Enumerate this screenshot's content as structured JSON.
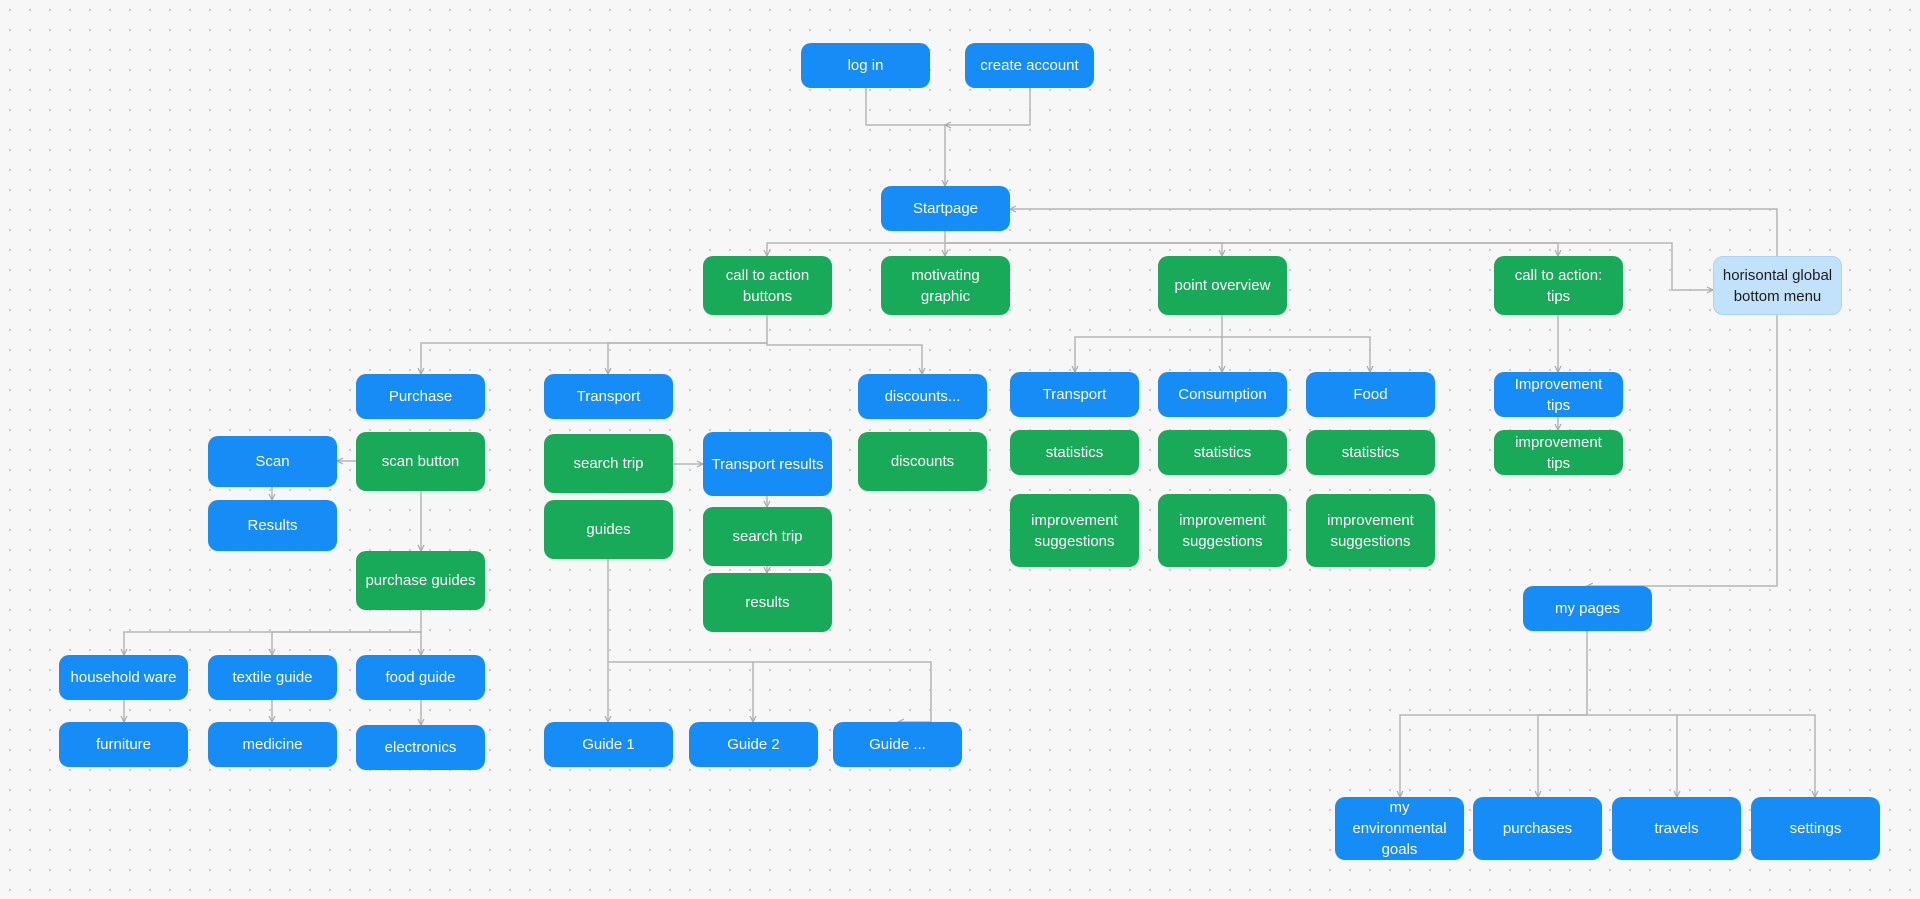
{
  "colors": {
    "page_screen_node": "#168df6",
    "component_node": "#18aa59",
    "menu_node": "#c2e2fb",
    "connector": "#b5b5b5"
  },
  "nodes": [
    {
      "id": "log-in",
      "label": "log in",
      "kind": "blue"
    },
    {
      "id": "create-account",
      "label": "create account",
      "kind": "blue"
    },
    {
      "id": "startpage",
      "label": "Startpage",
      "kind": "blue"
    },
    {
      "id": "call-to-action-buttons",
      "label": "call to action buttons",
      "kind": "green"
    },
    {
      "id": "motivating-graphic",
      "label": "motivating graphic",
      "kind": "green"
    },
    {
      "id": "point-overview",
      "label": "point overview",
      "kind": "green"
    },
    {
      "id": "call-to-action-tips",
      "label": "call to action: tips",
      "kind": "green"
    },
    {
      "id": "horisontal-global-bottom-menu",
      "label": "horisontal global bottom menu",
      "kind": "light"
    },
    {
      "id": "purchase",
      "label": "Purchase",
      "kind": "blue"
    },
    {
      "id": "transport",
      "label": "Transport",
      "kind": "blue"
    },
    {
      "id": "discounts-page",
      "label": "discounts...",
      "kind": "blue"
    },
    {
      "id": "scan-button",
      "label": "scan button",
      "kind": "green"
    },
    {
      "id": "scan",
      "label": "Scan",
      "kind": "blue"
    },
    {
      "id": "results-scan",
      "label": "Results",
      "kind": "blue"
    },
    {
      "id": "purchase-guides",
      "label": "purchase guides",
      "kind": "green"
    },
    {
      "id": "search-trip",
      "label": "search trip",
      "kind": "green"
    },
    {
      "id": "guides",
      "label": "guides",
      "kind": "green"
    },
    {
      "id": "transport-results",
      "label": "Transport results",
      "kind": "blue"
    },
    {
      "id": "search-trip-2",
      "label": "search trip",
      "kind": "green"
    },
    {
      "id": "results-transport",
      "label": "results",
      "kind": "green"
    },
    {
      "id": "discounts",
      "label": "discounts",
      "kind": "green"
    },
    {
      "id": "transport-overview",
      "label": "Transport",
      "kind": "blue"
    },
    {
      "id": "consumption-overview",
      "label": "Consumption",
      "kind": "blue"
    },
    {
      "id": "food-overview",
      "label": "Food",
      "kind": "blue"
    },
    {
      "id": "statistics-transport",
      "label": "statistics",
      "kind": "green"
    },
    {
      "id": "statistics-consumption",
      "label": "statistics",
      "kind": "green"
    },
    {
      "id": "statistics-food",
      "label": "statistics",
      "kind": "green"
    },
    {
      "id": "improvement-suggestions-transport",
      "label": "improvement suggestions",
      "kind": "green"
    },
    {
      "id": "improvement-suggestions-consumption",
      "label": "improvement suggestions",
      "kind": "green"
    },
    {
      "id": "improvement-suggestions-food",
      "label": "improvement suggestions",
      "kind": "green"
    },
    {
      "id": "improvement-tips-page",
      "label": "Improvement tips",
      "kind": "blue"
    },
    {
      "id": "improvement-tips",
      "label": "improvement tips",
      "kind": "green"
    },
    {
      "id": "my-pages",
      "label": "my pages",
      "kind": "blue"
    },
    {
      "id": "household-ware",
      "label": "household ware",
      "kind": "blue"
    },
    {
      "id": "textile-guide",
      "label": "textile guide",
      "kind": "blue"
    },
    {
      "id": "food-guide",
      "label": "food guide",
      "kind": "blue"
    },
    {
      "id": "furniture",
      "label": "furniture",
      "kind": "blue"
    },
    {
      "id": "medicine",
      "label": "medicine",
      "kind": "blue"
    },
    {
      "id": "electronics",
      "label": "electronics",
      "kind": "blue"
    },
    {
      "id": "guide-1",
      "label": "Guide 1",
      "kind": "blue"
    },
    {
      "id": "guide-2",
      "label": "Guide 2",
      "kind": "blue"
    },
    {
      "id": "guide-more",
      "label": "Guide ...",
      "kind": "blue"
    },
    {
      "id": "my-environmental-goals",
      "label": "my environmental goals",
      "kind": "blue"
    },
    {
      "id": "purchases",
      "label": "purchases",
      "kind": "blue"
    },
    {
      "id": "travels",
      "label": "travels",
      "kind": "blue"
    },
    {
      "id": "settings",
      "label": "settings",
      "kind": "blue"
    }
  ],
  "links": [
    {
      "from": "log-in",
      "to": "startpage"
    },
    {
      "from": "create-account",
      "to": "startpage"
    },
    {
      "from": "startpage",
      "to": "call-to-action-buttons"
    },
    {
      "from": "startpage",
      "to": "motivating-graphic"
    },
    {
      "from": "startpage",
      "to": "point-overview"
    },
    {
      "from": "startpage",
      "to": "call-to-action-tips"
    },
    {
      "from": "startpage",
      "to": "horisontal-global-bottom-menu"
    },
    {
      "from": "horisontal-global-bottom-menu",
      "to": "startpage"
    },
    {
      "from": "horisontal-global-bottom-menu",
      "to": "my-pages"
    },
    {
      "from": "call-to-action-buttons",
      "to": "purchase"
    },
    {
      "from": "call-to-action-buttons",
      "to": "transport"
    },
    {
      "from": "call-to-action-buttons",
      "to": "discounts-page"
    },
    {
      "from": "scan-button",
      "to": "scan"
    },
    {
      "from": "scan",
      "to": "results-scan"
    },
    {
      "from": "scan-button",
      "to": "purchase-guides"
    },
    {
      "from": "purchase-guides",
      "to": "household-ware"
    },
    {
      "from": "purchase-guides",
      "to": "textile-guide"
    },
    {
      "from": "purchase-guides",
      "to": "food-guide"
    },
    {
      "from": "household-ware",
      "to": "furniture"
    },
    {
      "from": "textile-guide",
      "to": "medicine"
    },
    {
      "from": "food-guide",
      "to": "electronics"
    },
    {
      "from": "search-trip",
      "to": "transport-results"
    },
    {
      "from": "transport-results",
      "to": "search-trip-2"
    },
    {
      "from": "search-trip-2",
      "to": "results-transport"
    },
    {
      "from": "guides",
      "to": "guide-1"
    },
    {
      "from": "guides",
      "to": "guide-2"
    },
    {
      "from": "guides",
      "to": "guide-more"
    },
    {
      "from": "point-overview",
      "to": "transport-overview"
    },
    {
      "from": "point-overview",
      "to": "consumption-overview"
    },
    {
      "from": "point-overview",
      "to": "food-overview"
    },
    {
      "from": "call-to-action-tips",
      "to": "improvement-tips-page"
    },
    {
      "from": "improvement-tips-page",
      "to": "improvement-tips"
    },
    {
      "from": "my-pages",
      "to": "my-environmental-goals"
    },
    {
      "from": "my-pages",
      "to": "purchases"
    },
    {
      "from": "my-pages",
      "to": "travels"
    },
    {
      "from": "my-pages",
      "to": "settings"
    }
  ]
}
